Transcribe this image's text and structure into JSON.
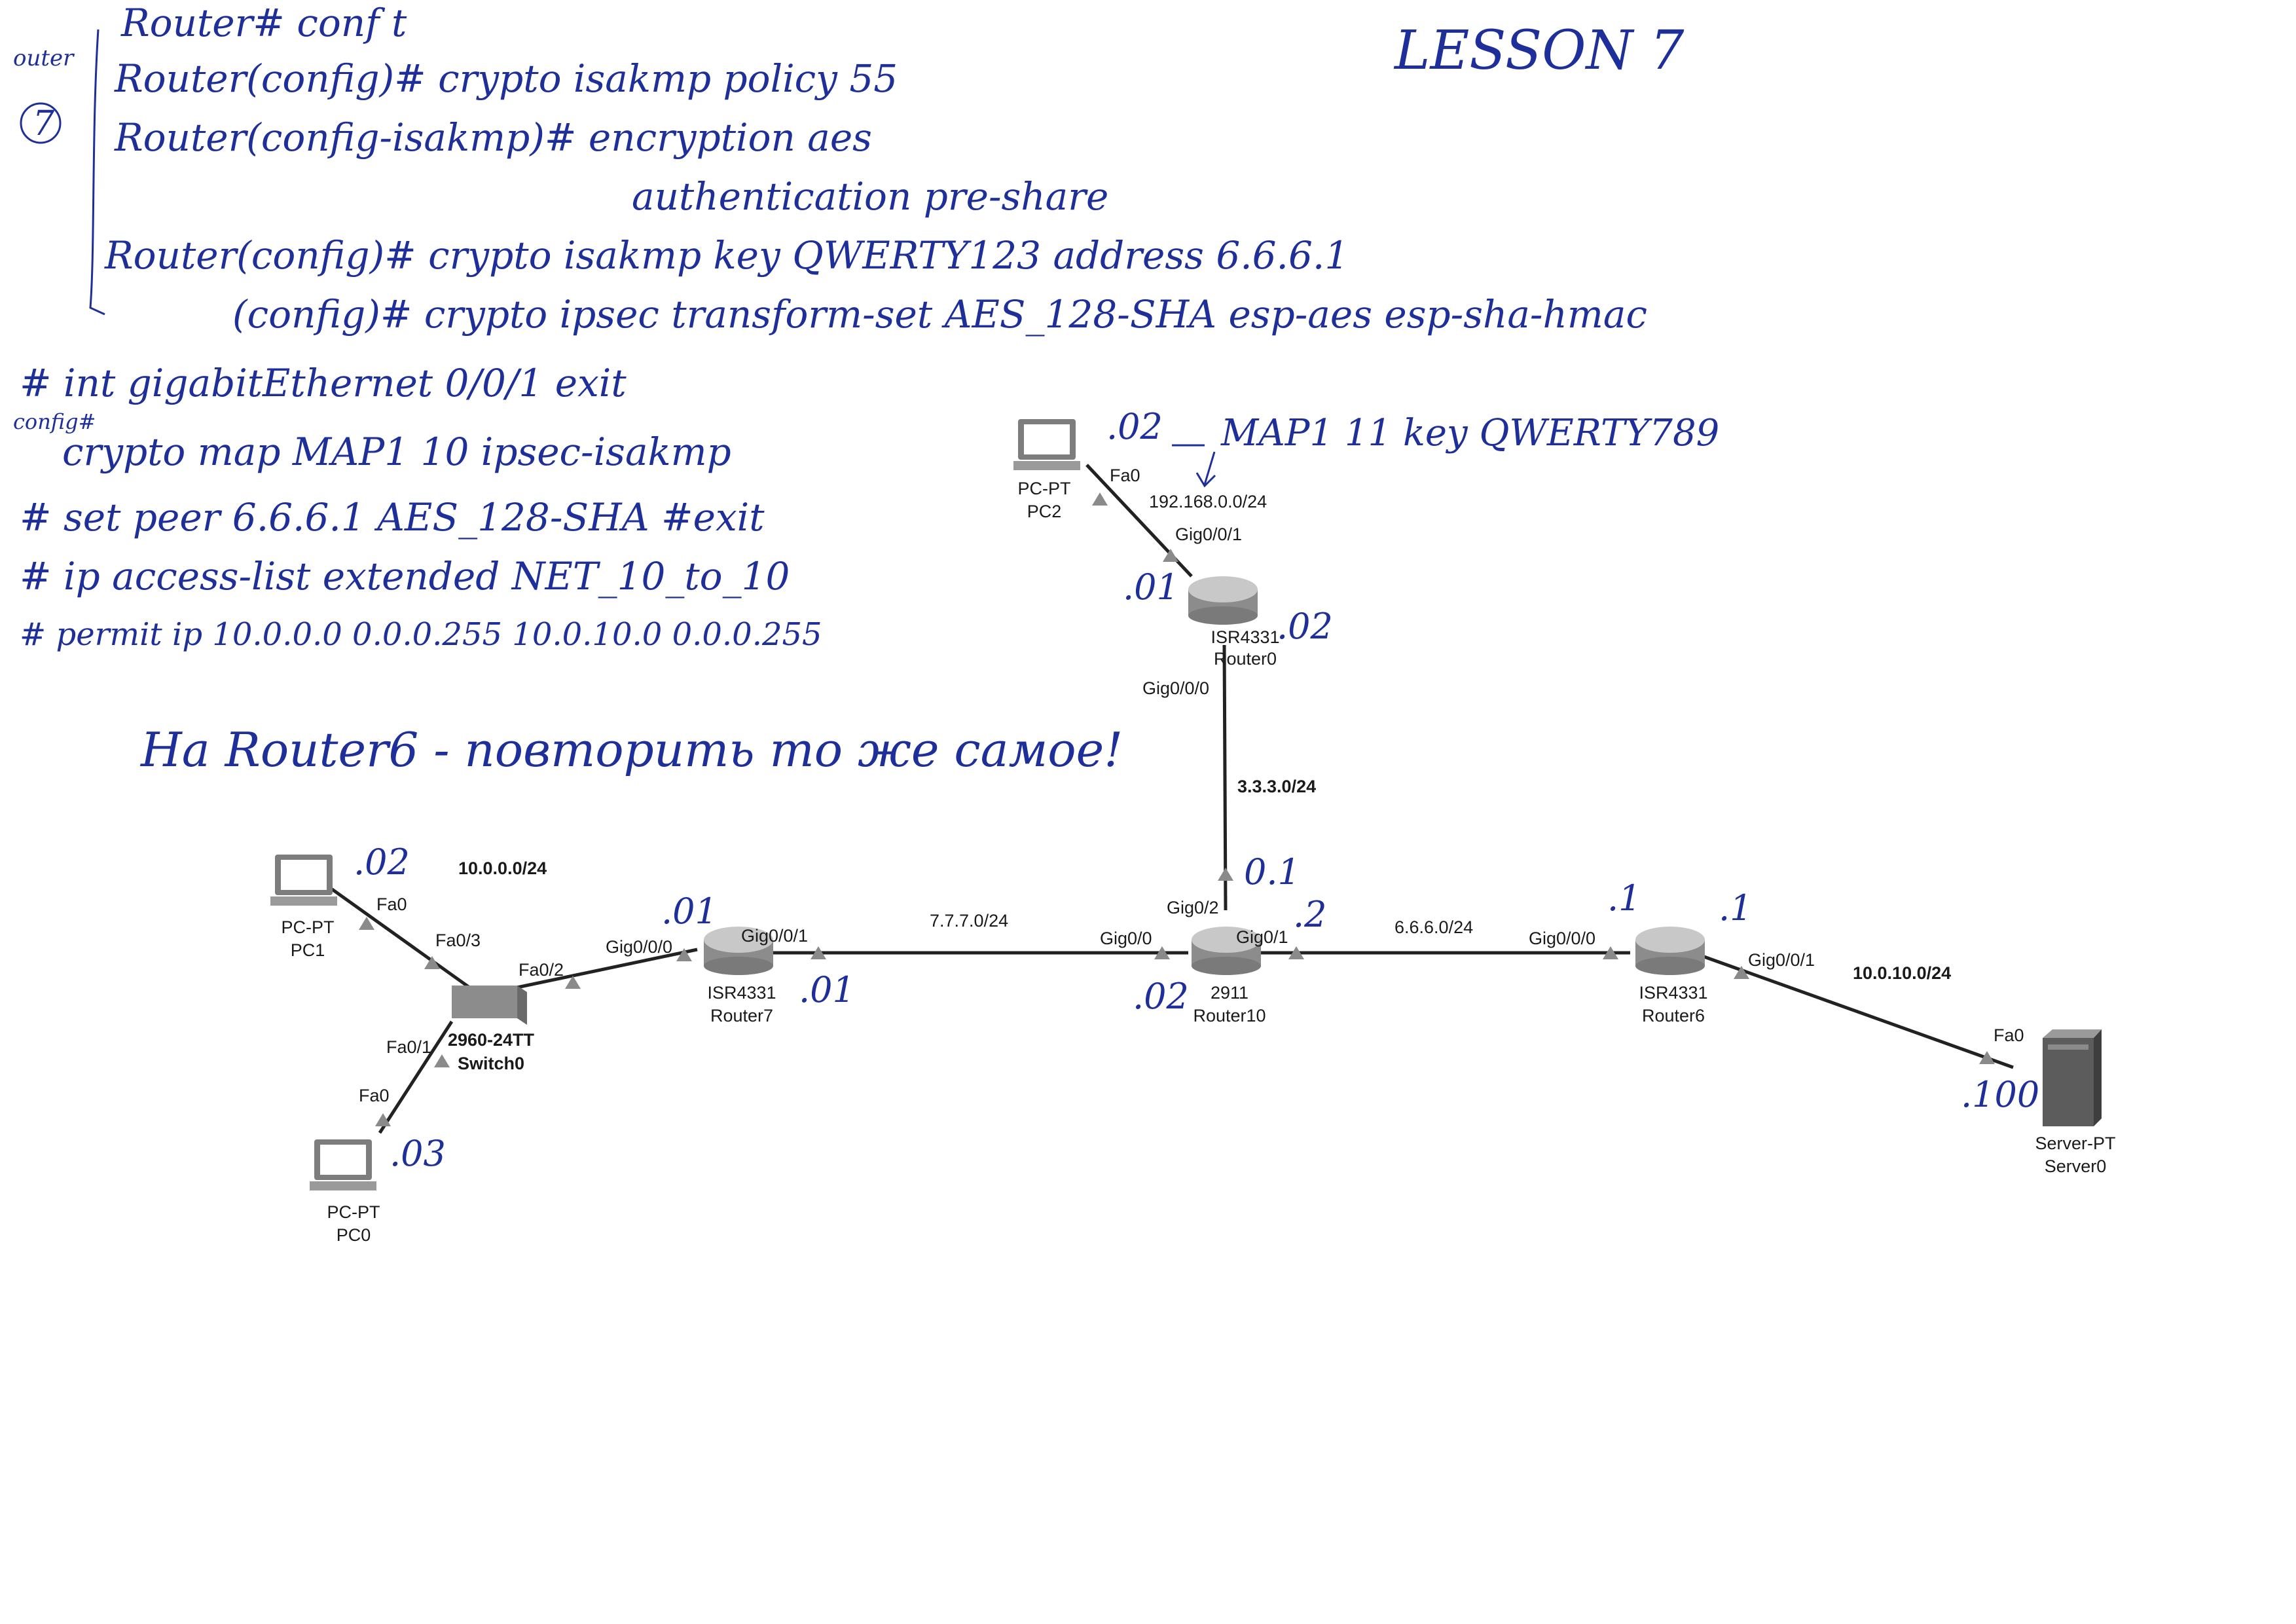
{
  "notes": {
    "header_left": "outer",
    "header_circle": "7",
    "lesson": "LESSON 7",
    "lines": [
      "Router# conf t",
      "Router(config)# crypto isakmp policy 55",
      "Router(config-isakmp)# encryption aes",
      "authentication pre-share",
      "Router(config)# crypto isakmp key QWERTY123 address 6.6.6.1",
      "(config)# crypto ipsec transform-set AES_128-SHA esp-aes esp-sha-hmac",
      "# int gigabitEthernet 0/0/1 exit",
      "config#",
      "crypto map MAP1 10 ipsec-isakmp",
      "# set peer 6.6.6.1 AES_128-SHA #exit",
      "# ip access-list extended NET_10_to_10",
      "# permit ip 10.0.0.0 0.0.0.255 10.0.10.0 0.0.0.255"
    ],
    "map_note": "MAP1 11 key QWERTY789",
    "router6_note": "На Router6 - повторить то же самое!"
  },
  "devices": {
    "pc2": {
      "type": "PC-PT",
      "name": "PC2"
    },
    "pc1": {
      "type": "PC-PT",
      "name": "PC1"
    },
    "pc0": {
      "type": "PC-PT",
      "name": "PC0"
    },
    "switch0": {
      "type": "2960-24TT",
      "name": "Switch0"
    },
    "router7": {
      "type": "ISR4331",
      "name": "Router7"
    },
    "router0": {
      "type": "ISR4331",
      "name": "Router0"
    },
    "router10": {
      "type": "2911",
      "name": "Router10"
    },
    "router6": {
      "type": "ISR4331",
      "name": "Router6"
    },
    "server0": {
      "type": "Server-PT",
      "name": "Server0"
    }
  },
  "ports": {
    "pc2_fa0": "Fa0",
    "router0_gig001": "Gig0/0/1",
    "router0_gig000": "Gig0/0/0",
    "pc1_fa0": "Fa0",
    "switch_fa03": "Fa0/3",
    "switch_fa02": "Fa0/2",
    "switch_fa01": "Fa0/1",
    "pc0_fa0": "Fa0",
    "router7_gig000": "Gig0/0/0",
    "router7_gig001": "Gig0/0/1",
    "router10_gig00": "Gig0/0",
    "router10_gig02": "Gig0/2",
    "router10_gig01": "Gig0/1",
    "router6_gig000": "Gig0/0/0",
    "router6_gig001": "Gig0/0/1",
    "server0_fa0": "Fa0"
  },
  "networks": {
    "net_192": "192.168.0.0/24",
    "net_3": "3.3.3.0/24",
    "net_10": "10.0.0.0/24",
    "net_7": "7.7.7.0/24",
    "net_6": "6.6.6.0/24",
    "net_1010": "10.0.10.0/24"
  },
  "ip_notes": {
    "pc2": ".02",
    "router0_gig001": ".01",
    "router0_right": ".02",
    "router10_gig02": "0.1",
    "pc1": ".02",
    "router7_gig000": ".01",
    "router7_gig001": ".01",
    "router10_gig00": ".02",
    "router10_gig01": ".2",
    "router6_gig000": ".1",
    "router6_gig001": ".1",
    "pc0": ".03",
    "server0": ".100"
  },
  "colors": {
    "ink": "#1e2f9a",
    "link": "#222222",
    "device": "#8c8c8c"
  }
}
